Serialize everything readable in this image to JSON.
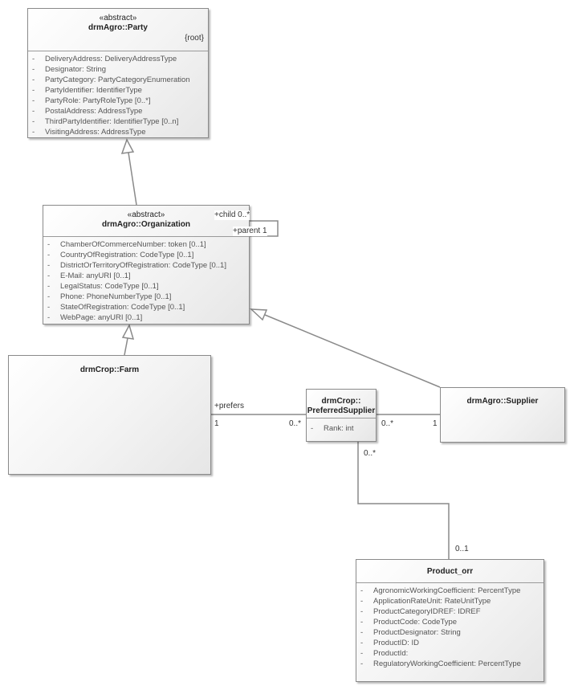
{
  "classes": {
    "party": {
      "stereotype": "«abstract»",
      "name": "drmAgro::Party",
      "tag": "{root}",
      "attributes": [
        {
          "vis": "-",
          "text": "DeliveryAddress: DeliveryAddressType"
        },
        {
          "vis": "-",
          "text": "Designator: String"
        },
        {
          "vis": "-",
          "text": "PartyCategory: PartyCategoryEnumeration"
        },
        {
          "vis": "-",
          "text": "PartyIdentifier: IdentifierType"
        },
        {
          "vis": "-",
          "text": "PartyRole: PartyRoleType [0..*]"
        },
        {
          "vis": "-",
          "text": "PostalAddress: AddressType"
        },
        {
          "vis": "-",
          "text": "ThirdPartyIdentifier: IdentifierType [0..n]"
        },
        {
          "vis": "-",
          "text": "VisitingAddress: AddressType"
        }
      ]
    },
    "organization": {
      "stereotype": "«abstract»",
      "name": "drmAgro::Organization",
      "attributes": [
        {
          "vis": "-",
          "text": "ChamberOfCommerceNumber: token [0..1]"
        },
        {
          "vis": "-",
          "text": "CountryOfRegistration: CodeType [0..1]"
        },
        {
          "vis": "-",
          "text": "DistrictOrTerritoryOfRegistration: CodeType [0..1]"
        },
        {
          "vis": "-",
          "text": "E-Mail: anyURI [0..1]"
        },
        {
          "vis": "-",
          "text": "LegalStatus: CodeType [0..1]"
        },
        {
          "vis": "-",
          "text": "Phone: PhoneNumberType [0..1]"
        },
        {
          "vis": "-",
          "text": "StateOfRegistration: CodeType [0..1]"
        },
        {
          "vis": "-",
          "text": "WebPage: anyURI [0..1]"
        }
      ]
    },
    "farm": {
      "name": "drmCrop::Farm"
    },
    "supplier": {
      "name": "drmAgro::Supplier"
    },
    "preferred": {
      "name_line1": "drmCrop::",
      "name_line2": "PreferredSupplier",
      "attributes": [
        {
          "vis": "-",
          "text": "Rank: int"
        }
      ]
    },
    "product": {
      "name": "Product_orr",
      "attributes": [
        {
          "vis": "-",
          "text": "AgronomicWorkingCoefficient: PercentType"
        },
        {
          "vis": "-",
          "text": "ApplicationRateUnit: RateUnitType"
        },
        {
          "vis": "-",
          "text": "ProductCategoryIDREF: IDREF"
        },
        {
          "vis": "-",
          "text": "ProductCode: CodeType"
        },
        {
          "vis": "-",
          "text": "ProductDesignator: String"
        },
        {
          "vis": "-",
          "text": "ProductID: ID"
        },
        {
          "vis": "-",
          "text": "ProductId:"
        },
        {
          "vis": "-",
          "text": "RegulatoryWorkingCoefficient: PercentType"
        }
      ]
    }
  },
  "labels": {
    "child_role": "+child 0..*",
    "parent_role": "+parent 1",
    "prefers_role": "+prefers",
    "farm_mult": "1",
    "pref_left_mult": "0..*",
    "pref_right_mult": "0..*",
    "supplier_mult": "1",
    "pref_bottom_mult": "0..*",
    "product_mult": "0..1"
  },
  "colors": {
    "line": "#8a8a8a",
    "border": "#8a8a8a"
  }
}
